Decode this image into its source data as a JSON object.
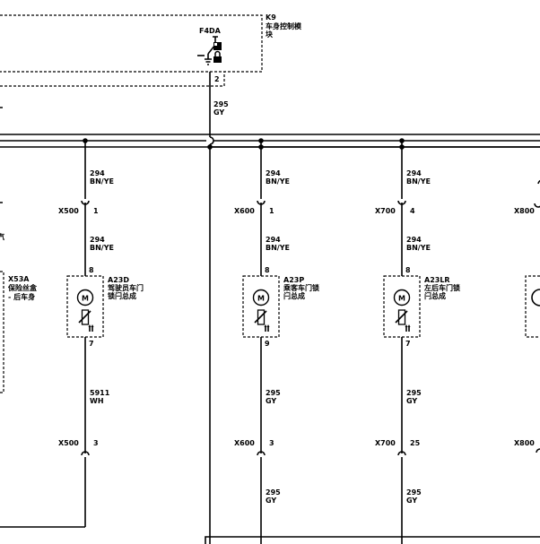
{
  "module": {
    "id": "K9",
    "name_line1": "车身控制模",
    "name_line2": "块",
    "pin_label": "F4DA",
    "pin_number": "2"
  },
  "feed_wire": {
    "circuit": "295",
    "color": "GY"
  },
  "columns": [
    {
      "top_circuit": "294",
      "top_color": "BN/YE",
      "conn_top": "X500",
      "conn_top_pin": "1",
      "mid_circuit": "294",
      "mid_color": "BN/YE",
      "pin_in": "8",
      "comp_id": "A23D",
      "comp_line1": "驾驶员车门",
      "comp_line2": "锁闩总成",
      "pin_out": "7",
      "low_circuit": "5911",
      "low_color": "WH",
      "conn_bot": "X500",
      "conn_bot_pin": "3",
      "bot_circuit": "",
      "bot_color": ""
    },
    {
      "top_circuit": "294",
      "top_color": "BN/YE",
      "conn_top": "X600",
      "conn_top_pin": "1",
      "mid_circuit": "294",
      "mid_color": "BN/YE",
      "pin_in": "8",
      "comp_id": "A23P",
      "comp_line1": "乘客车门锁",
      "comp_line2": "闩总成",
      "pin_out": "9",
      "low_circuit": "295",
      "low_color": "GY",
      "conn_bot": "X600",
      "conn_bot_pin": "3",
      "bot_circuit": "295",
      "bot_color": "GY"
    },
    {
      "top_circuit": "294",
      "top_color": "BN/YE",
      "conn_top": "X700",
      "conn_top_pin": "4",
      "mid_circuit": "294",
      "mid_color": "BN/YE",
      "pin_in": "8",
      "comp_id": "A23LR",
      "comp_line1": "左后车门锁",
      "comp_line2": "闩总成",
      "pin_out": "7",
      "low_circuit": "295",
      "low_color": "GY",
      "conn_bot": "X700",
      "conn_bot_pin": "25",
      "bot_circuit": "295",
      "bot_color": "GY"
    }
  ],
  "partial_column": {
    "conn_top": "X800",
    "conn_bot": "X800"
  },
  "left_partial": {
    "comp_id": "X53A",
    "comp_line1": "保险丝盒",
    "comp_line2": "- 后车身",
    "frag1": "汽"
  }
}
